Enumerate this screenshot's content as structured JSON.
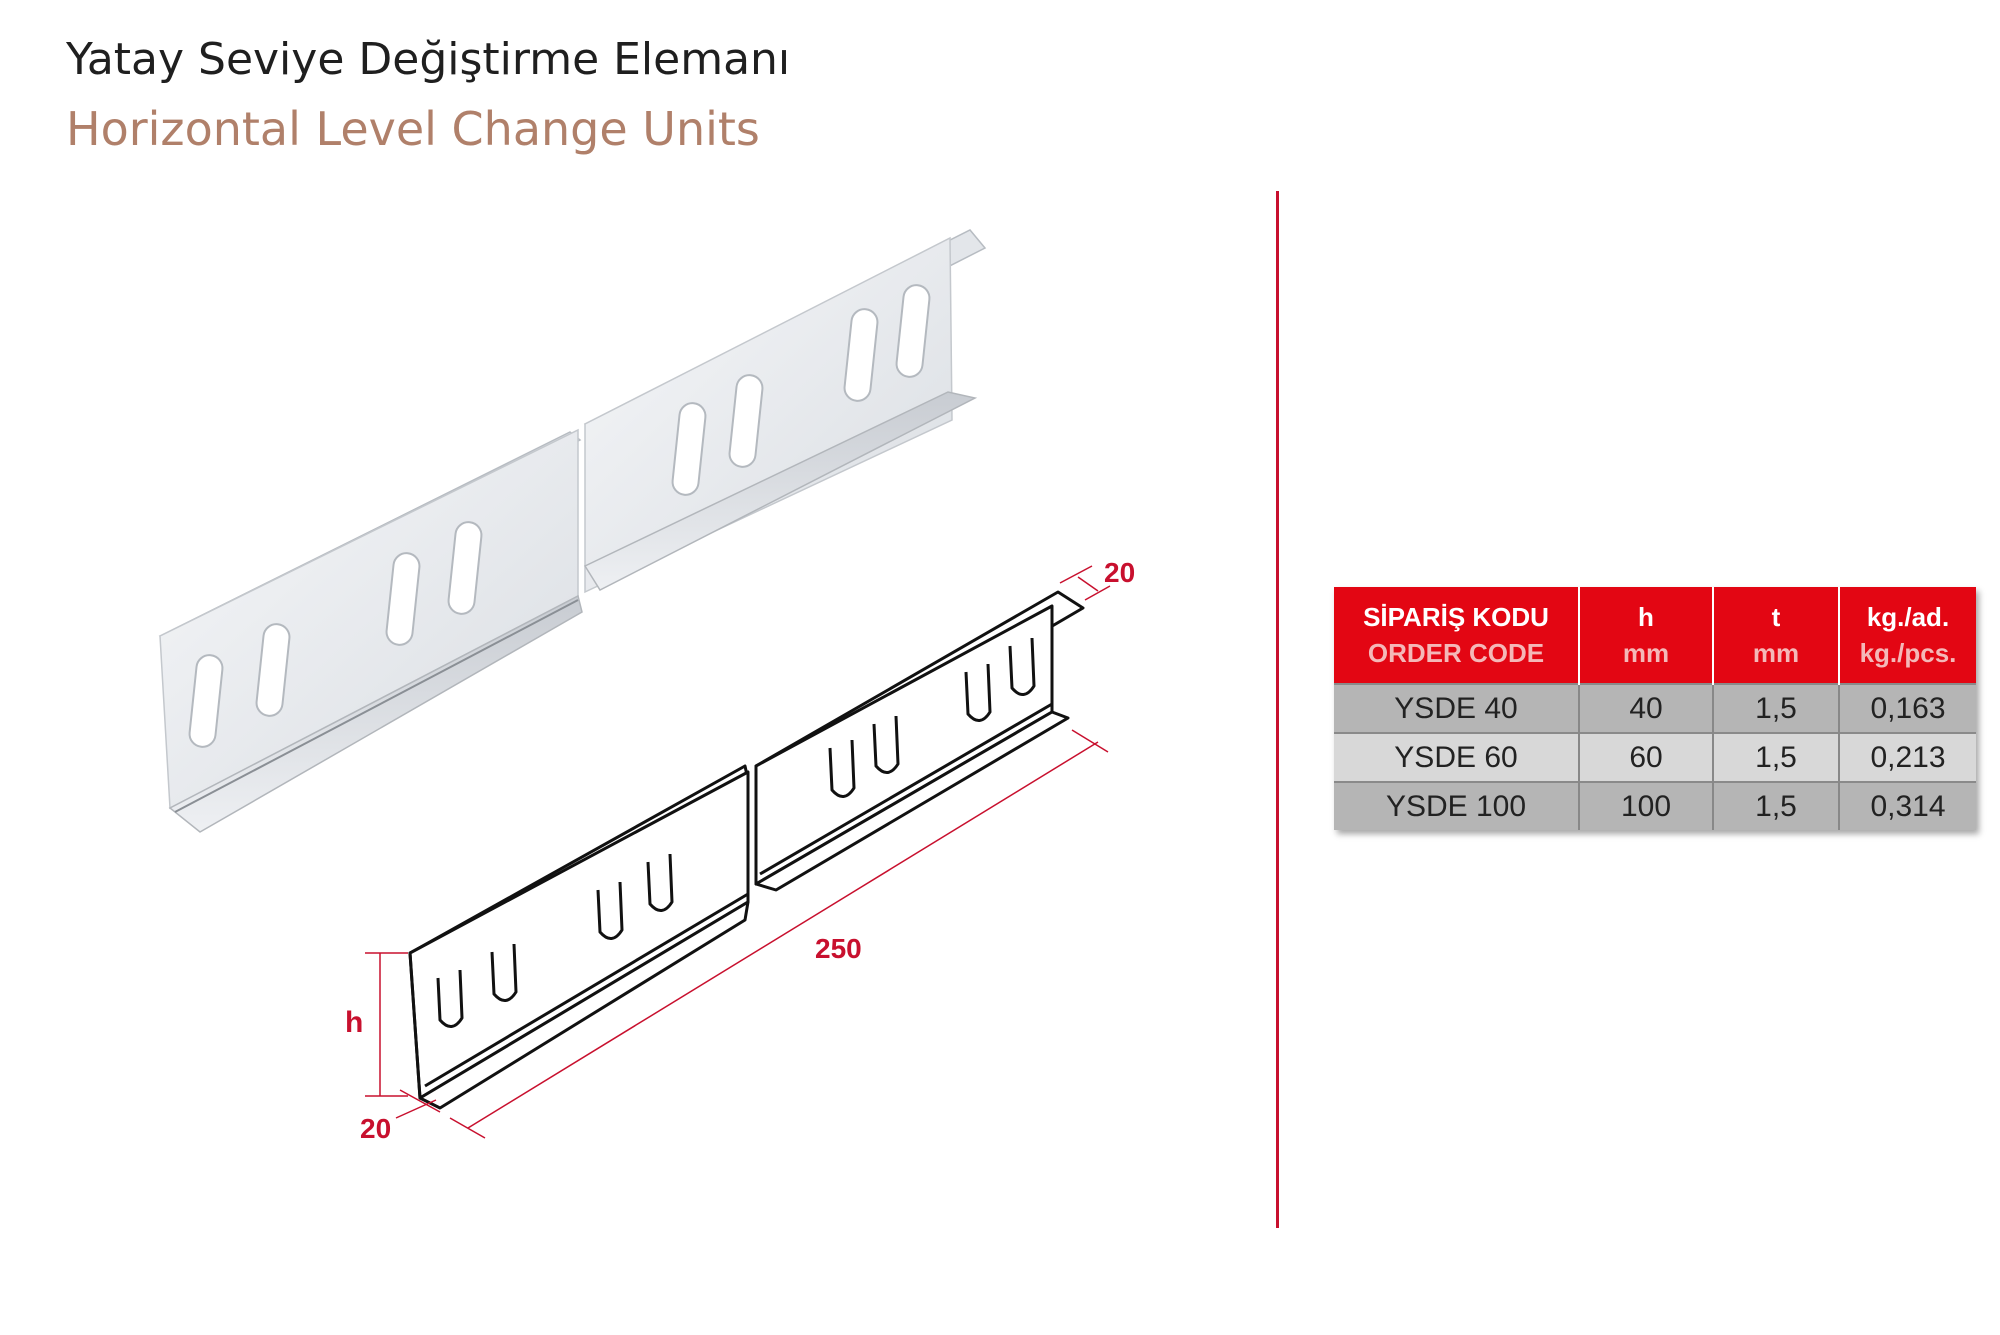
{
  "title": {
    "tr": "Yatay Seviye Değiştirme Elemanı",
    "en": "Horizontal Level Change Units"
  },
  "drawing": {
    "dim_top": "20",
    "dim_length": "250",
    "dim_height": "h",
    "dim_bottom": "20"
  },
  "table": {
    "headers": [
      {
        "main": "SİPARİŞ KODU",
        "sub": "ORDER CODE"
      },
      {
        "main": "h",
        "sub": "mm"
      },
      {
        "main": "t",
        "sub": "mm"
      },
      {
        "main": "kg./ad.",
        "sub": "kg./pcs."
      }
    ],
    "rows": [
      {
        "code": "YSDE 40",
        "h": "40",
        "t": "1,5",
        "kg": "0,163"
      },
      {
        "code": "YSDE 60",
        "h": "60",
        "t": "1,5",
        "kg": "0,213"
      },
      {
        "code": "YSDE 100",
        "h": "100",
        "t": "1,5",
        "kg": "0,314"
      }
    ]
  },
  "colors": {
    "accent": "#e30613",
    "subtitle": "#b0806a",
    "divider": "#c8102e"
  }
}
